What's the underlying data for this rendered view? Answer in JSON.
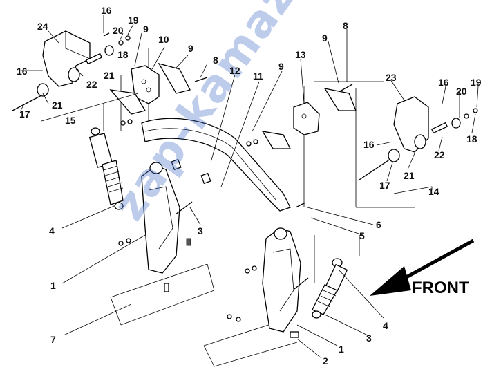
{
  "diagram": {
    "front_label": "FRONT",
    "watermark": "zap-kamaz.ru",
    "callouts": {
      "c1a": "1",
      "c1b": "1",
      "c2": "2",
      "c3a": "3",
      "c3b": "3",
      "c4a": "4",
      "c4b": "4",
      "c5": "5",
      "c6": "6",
      "c7": "7",
      "c8a": "8",
      "c8b": "8",
      "c9a": "9",
      "c9b": "9",
      "c9c": "9",
      "c9d": "9",
      "c10": "10",
      "c11": "11",
      "c12": "12",
      "c13": "13",
      "c14": "14",
      "c15": "15",
      "c16a": "16",
      "c16b": "16",
      "c16c": "16",
      "c16d": "16",
      "c17a": "17",
      "c17b": "17",
      "c18a": "18",
      "c18b": "18",
      "c19a": "19",
      "c19b": "19",
      "c20a": "20",
      "c20b": "20",
      "c21a": "21",
      "c21b": "21",
      "c21c": "21",
      "c22a": "22",
      "c22b": "22",
      "c23": "23",
      "c24": "24"
    }
  }
}
